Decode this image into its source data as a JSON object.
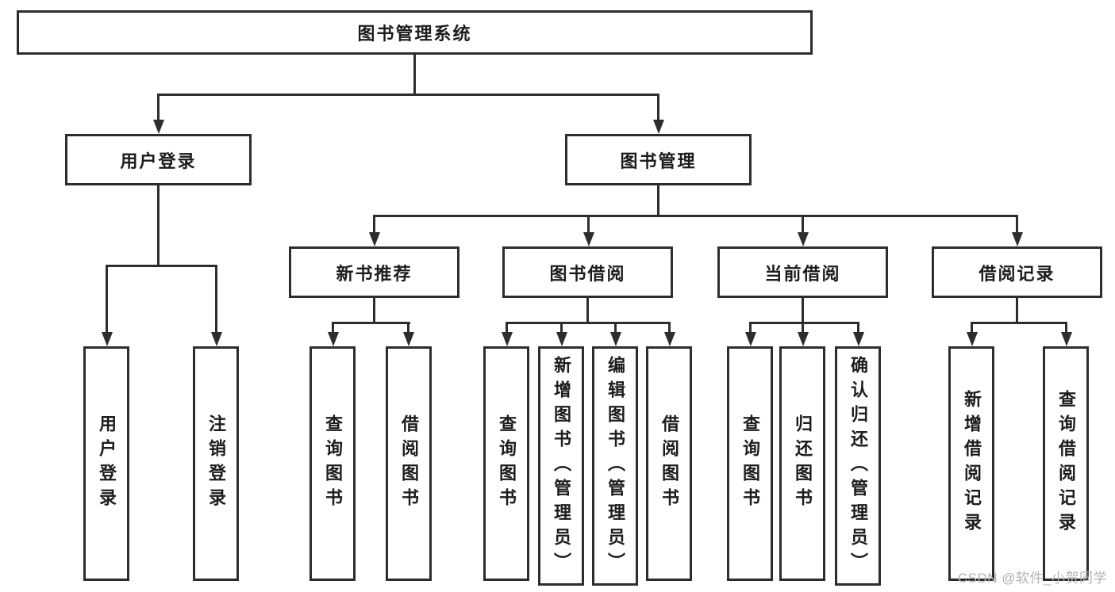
{
  "diagram": {
    "root": {
      "label": "图书管理系统"
    },
    "branches": [
      {
        "label": "用户登录",
        "children": [
          {
            "label": "用户登录"
          },
          {
            "label": "注销登录"
          }
        ]
      },
      {
        "label": "图书管理",
        "children": [
          {
            "label": "新书推荐",
            "children": [
              {
                "label": "查询图书"
              },
              {
                "label": "借阅图书"
              }
            ]
          },
          {
            "label": "图书借阅",
            "children": [
              {
                "label": "查询图书"
              },
              {
                "label": "新增图书（管理员）"
              },
              {
                "label": "编辑图书（管理员）"
              },
              {
                "label": "借阅图书"
              }
            ]
          },
          {
            "label": "当前借阅",
            "children": [
              {
                "label": "查询图书"
              },
              {
                "label": "归还图书"
              },
              {
                "label": "确认归还（管理员）"
              }
            ]
          },
          {
            "label": "借阅记录",
            "children": [
              {
                "label": "新增借阅记录"
              },
              {
                "label": "查询借阅记录"
              }
            ]
          }
        ]
      }
    ]
  },
  "watermark": {
    "text": "CSDN @软件_小贺同学"
  },
  "colors": {
    "line": "#2d2d2d",
    "text": "#1c1c1c",
    "background": "#ffffff",
    "watermark": "#b3b3b3"
  }
}
